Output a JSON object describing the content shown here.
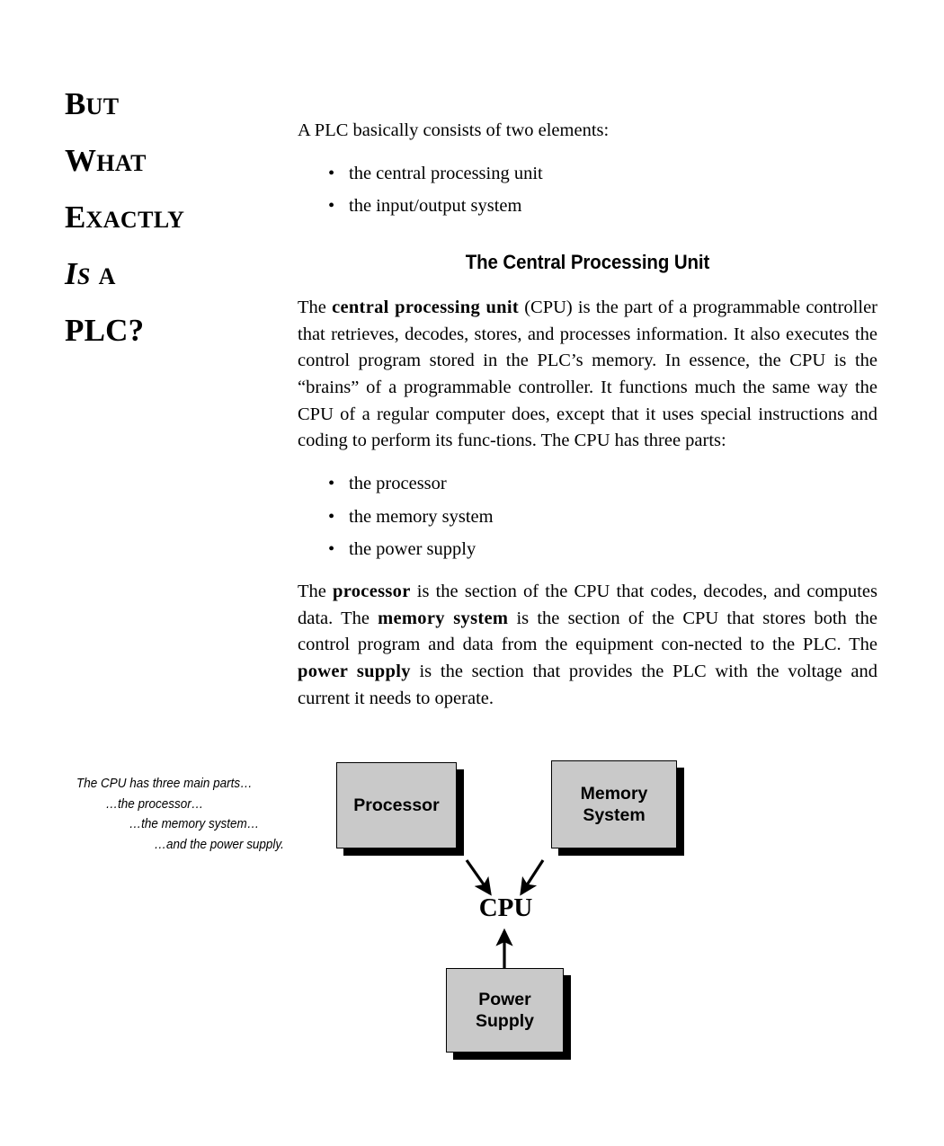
{
  "chapter_title": {
    "lines": [
      {
        "first": "B",
        "rest": "ut",
        "style": "roman"
      },
      {
        "first": "W",
        "rest": "hat",
        "style": "roman"
      },
      {
        "first": "E",
        "rest": "xactly",
        "style": "roman"
      },
      {
        "first": "I",
        "rest": "s",
        "style": "italic",
        "suffix": "A"
      },
      {
        "full": "PLC?",
        "style": "roman-full"
      }
    ]
  },
  "body": {
    "intro_paragraph": "A PLC basically consists of two elements:",
    "elements_list": [
      "the central processing unit",
      "the input/output system"
    ],
    "bullet_glyph": "•",
    "section_heading": "The Central Processing Unit",
    "cpu_paragraph": {
      "lead": "The ",
      "bold_term": "central processing unit",
      "rest": " (CPU) is the part of a programmable controller that retrieves, decodes, stores, and processes information. It also executes the control program stored in the PLC’s memory. In essence, the CPU is the “brains” of a programmable controller. It functions much the same way the CPU of a regular computer does, except that it uses special instructions and coding to perform its func-tions. The CPU has three parts:"
    },
    "cpu_parts_list": [
      "the processor",
      "the memory system",
      "the power supply"
    ],
    "parts_paragraph": {
      "seg1_lead": "The ",
      "seg1_bold": "processor",
      "seg2": " is the section of the CPU that codes, decodes, and computes data. The ",
      "seg3_bold": "memory system",
      "seg4": " is the section of the CPU that stores both the control program and data from the equipment con-nected to the PLC. The ",
      "seg5_bold": "power supply",
      "seg6": " is the section that provides the PLC with the voltage and current it needs to operate."
    }
  },
  "margin_note": {
    "line1": "The CPU has three main parts…",
    "line2": "…the processor…",
    "line3": "…the memory system…",
    "line4": "…and the power supply."
  },
  "diagram": {
    "processor_label": "Processor",
    "memory_label_line1": "Memory",
    "memory_label_line2": "System",
    "cpu_label": "CPU",
    "power_label_line1": "Power",
    "power_label_line2": "Supply",
    "box_fill_color": "#c9c9c9",
    "box_border_color": "#000000",
    "shadow_color": "#000000"
  }
}
